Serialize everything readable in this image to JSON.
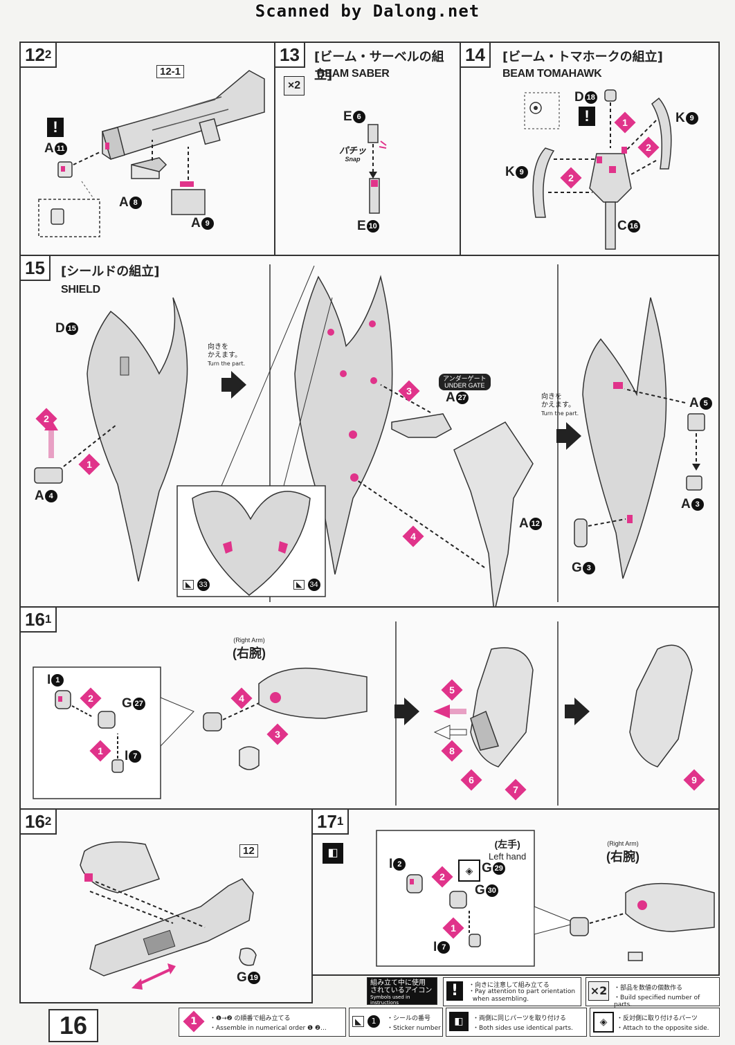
{
  "watermark": "Scanned by Dalong.net",
  "page_number": "16",
  "colors": {
    "accent": "#e0338a",
    "ink": "#222222",
    "paper": "#f4f4f2"
  },
  "steps": {
    "s12_2": {
      "no": "12",
      "sub": "2",
      "ref": "12-1",
      "parts": {
        "a11": "A",
        "a11n": "11",
        "a8": "A",
        "a8n": "8",
        "a9": "A",
        "a9n": "9"
      }
    },
    "s13": {
      "no": "13",
      "title": "[ビーム・サーベルの組立]",
      "subtitle": "BEAM SABER",
      "qty": "×2",
      "snap_jp": "パチッ",
      "snap_en": "Snap",
      "parts": {
        "e6": "E",
        "e6n": "6",
        "e10": "E",
        "e10n": "10"
      }
    },
    "s14": {
      "no": "14",
      "title": "[ビーム・トマホークの組立]",
      "subtitle": "BEAM TOMAHAWK",
      "parts": {
        "d18": "D",
        "d18n": "18",
        "k9": "K",
        "k9n": "9",
        "c16": "C",
        "c16n": "16"
      }
    },
    "s15": {
      "no": "15",
      "title": "[シールドの組立]",
      "subtitle": "SHIELD",
      "turn_jp": "向きを\nかえます。",
      "turn_en": "Turn the part.",
      "under_gate_jp": "アンダーゲート",
      "under_gate_en": "UNDER GATE",
      "parts": {
        "d15": "D",
        "d15n": "15",
        "a4": "A",
        "a4n": "4",
        "a27": "A",
        "a27n": "27",
        "a12": "A",
        "a12n": "12",
        "a5": "A",
        "a5n": "5",
        "a3": "A",
        "a3n": "3",
        "g3": "G",
        "g3n": "3"
      },
      "stickers": [
        "33",
        "34"
      ]
    },
    "s16_1": {
      "no": "16",
      "sub": "1",
      "arm_en": "(Right Arm)",
      "arm_jp": "(右腕)",
      "parts": {
        "i1": "I",
        "i1n": "1",
        "g27": "G",
        "g27n": "27",
        "i7": "I",
        "i7n": "7"
      }
    },
    "s16_2": {
      "no": "16",
      "sub": "2",
      "ref": "12",
      "parts": {
        "g19": "G",
        "g19n": "19"
      }
    },
    "s17_1": {
      "no": "17",
      "sub": "1",
      "hand_jp": "(左手)",
      "hand_en": "Left hand",
      "arm_en": "(Right Arm)",
      "arm_jp": "(右腕)",
      "parts": {
        "i2": "I",
        "i2n": "2",
        "g29": "G",
        "g29n": "29",
        "g30": "G",
        "g30n": "30",
        "i7": "I",
        "i7n": "7"
      }
    }
  },
  "legend": {
    "symbols_jp": "組み立て中に使用\nされているアイコン",
    "symbols_en": "Symbols used in instructions",
    "orient_jp": "・向きに注意して組み立てる",
    "orient_en": "・Pay attention to part orientation\n  when assembling.",
    "qty_jp": "・部品を数値の個数作る",
    "qty_en": "・Build specified number of parts.",
    "order_jp": "・❶→❷ の順番で組み立てる",
    "order_en": "・Assemble in numerical order ❶ ❷...",
    "sticker_jp": "・シールの番号",
    "sticker_en": "・Sticker number",
    "both_jp": "・両側に同じパーツを取り付ける",
    "both_en": "・Both sides use identical parts.",
    "opp_jp": "・反対側に取り付けるパーツ",
    "opp_en": "・Attach to the opposite side."
  }
}
